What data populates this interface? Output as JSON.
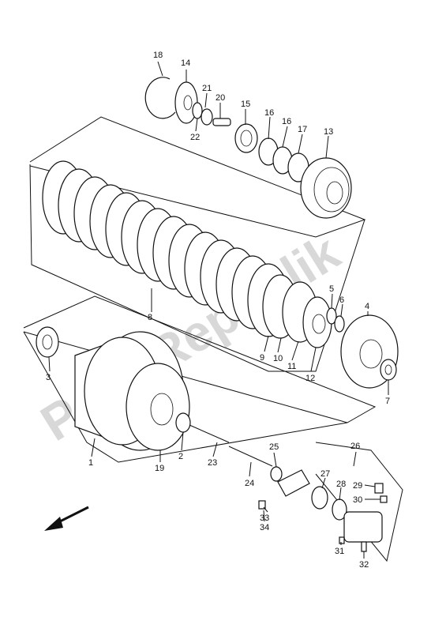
{
  "watermark": "PartsRepublik",
  "callouts": [
    {
      "id": "18",
      "label": "18"
    },
    {
      "id": "14",
      "label": "14"
    },
    {
      "id": "21",
      "label": "21"
    },
    {
      "id": "20",
      "label": "20"
    },
    {
      "id": "15",
      "label": "15"
    },
    {
      "id": "16a",
      "label": "16"
    },
    {
      "id": "16b",
      "label": "16"
    },
    {
      "id": "17",
      "label": "17"
    },
    {
      "id": "13",
      "label": "13"
    },
    {
      "id": "22",
      "label": "22"
    },
    {
      "id": "8",
      "label": "8"
    },
    {
      "id": "5",
      "label": "5"
    },
    {
      "id": "6",
      "label": "6"
    },
    {
      "id": "4",
      "label": "4"
    },
    {
      "id": "9",
      "label": "9"
    },
    {
      "id": "10",
      "label": "10"
    },
    {
      "id": "11",
      "label": "11"
    },
    {
      "id": "12",
      "label": "12"
    },
    {
      "id": "7",
      "label": "7"
    },
    {
      "id": "3",
      "label": "3"
    },
    {
      "id": "1",
      "label": "1"
    },
    {
      "id": "2",
      "label": "2"
    },
    {
      "id": "19",
      "label": "19"
    },
    {
      "id": "23",
      "label": "23"
    },
    {
      "id": "24",
      "label": "24"
    },
    {
      "id": "25",
      "label": "25"
    },
    {
      "id": "26",
      "label": "26"
    },
    {
      "id": "27",
      "label": "27"
    },
    {
      "id": "28",
      "label": "28"
    },
    {
      "id": "29",
      "label": "29"
    },
    {
      "id": "30",
      "label": "30"
    },
    {
      "id": "33",
      "label": "33"
    },
    {
      "id": "34",
      "label": "34"
    },
    {
      "id": "31",
      "label": "31"
    },
    {
      "id": "32",
      "label": "32"
    }
  ]
}
